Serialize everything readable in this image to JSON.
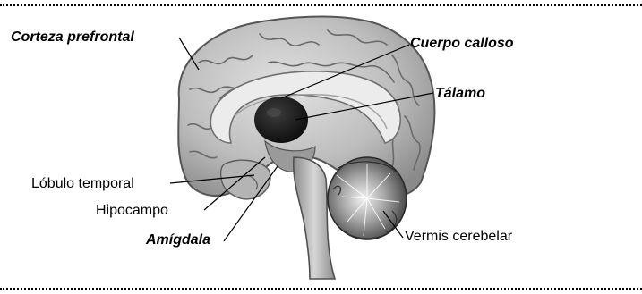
{
  "labels": {
    "corteza_prefrontal": "Corteza prefrontal",
    "cuerpo_calloso": "Cuerpo calloso",
    "talamo": "Tálamo",
    "lobulo_temporal": "Lóbulo temporal",
    "hipocampo": "Hipocampo",
    "amigdala": "Amígdala",
    "vermis_cerebelar": "Vermis cerebelar"
  },
  "colors": {
    "rule": "#000000",
    "label_text": "#000000",
    "brain_light": "#d4d4d4",
    "brain_mid": "#a6a6a6",
    "brain_dark": "#6e6e6e",
    "thalamus": "#1e1e1e"
  }
}
